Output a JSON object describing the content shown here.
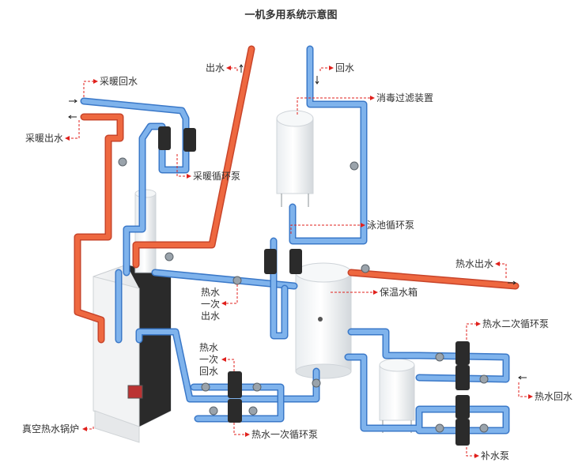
{
  "title": "一机多用系统示意图",
  "labels": {
    "heating_return": "采暖回水",
    "heating_supply": "采暖出水",
    "heating_pump": "采暖循环泵",
    "water_out": "出水",
    "water_return": "回水",
    "filter": "消毒过滤装置",
    "pool_pump": "泳池循环泵",
    "hot_water_out": "热水出水",
    "primary_out_1": "热水",
    "primary_out_2": "一次",
    "primary_out_3": "出水",
    "storage_tank": "保温水箱",
    "primary_ret_1": "热水",
    "primary_ret_2": "一次",
    "primary_ret_3": "回水",
    "secondary_pump": "热水二次循环泵",
    "hot_water_return": "热水回水",
    "boiler": "真空热水锅炉",
    "primary_pump": "热水一次循环泵",
    "makeup_pump": "补水泵"
  },
  "colors": {
    "hot_pipe": "#ee6840",
    "cold_pipe": "#7fb3ec",
    "leader": "#e0201c"
  }
}
